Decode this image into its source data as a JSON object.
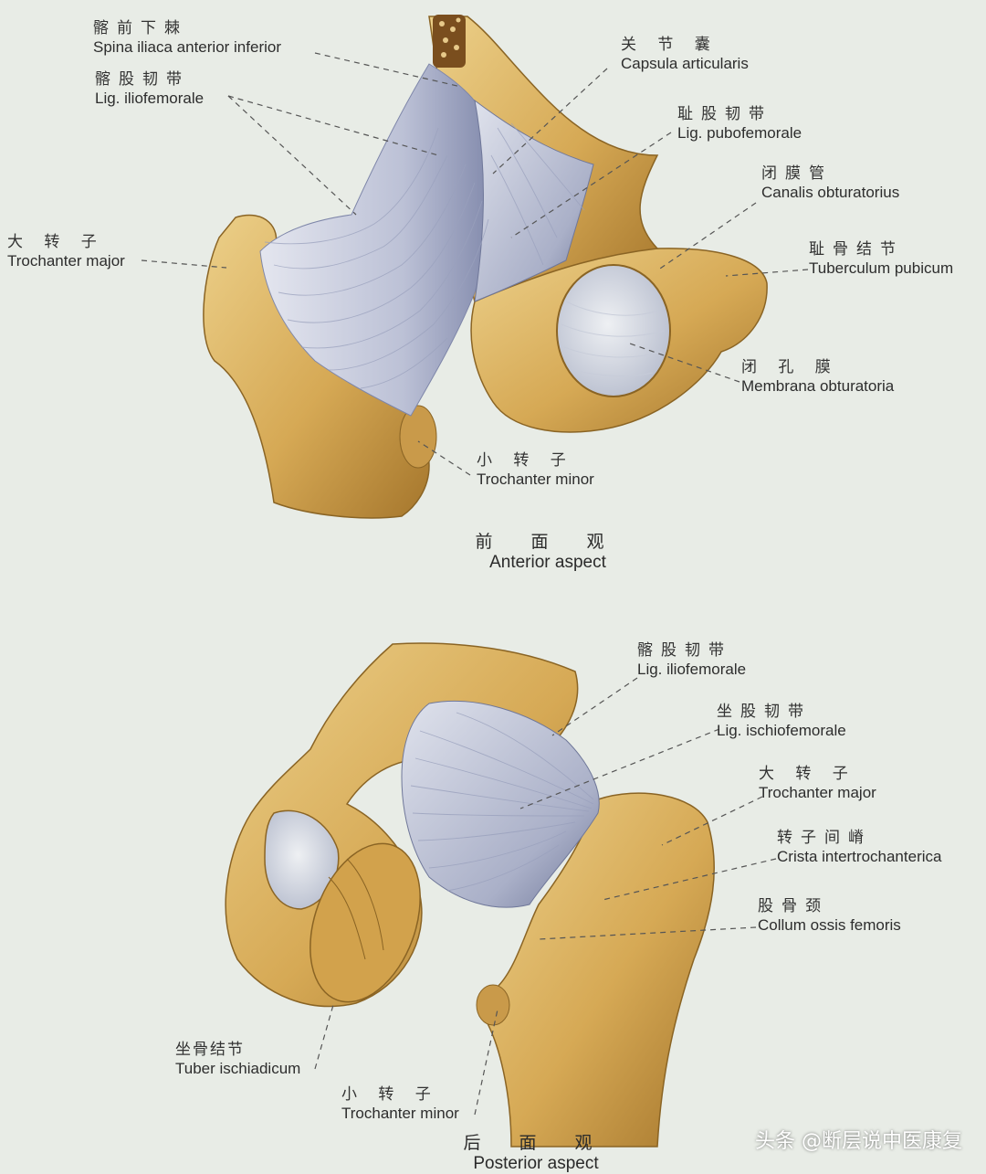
{
  "colors": {
    "bone": "#d9b060",
    "bone_dark": "#a87a2c",
    "ligament": "#bfc3d6",
    "ligament_dark": "#7f86a8",
    "background": "#e8ece6",
    "leader": "#555555"
  },
  "anterior": {
    "caption_zh": "前 面 观",
    "caption_la": "Anterior aspect",
    "labels": [
      {
        "zh": "髂前下棘",
        "la": "Spina iliaca anterior inferior"
      },
      {
        "zh": "髂股韧带",
        "la": "Lig. iliofemorale"
      },
      {
        "zh": "大 转 子",
        "la": "Trochanter major"
      },
      {
        "zh": "关 节 囊",
        "la": "Capsula articularis"
      },
      {
        "zh": "耻股韧带",
        "la": "Lig. pubofemorale"
      },
      {
        "zh": "闭膜管",
        "la": "Canalis obturatorius"
      },
      {
        "zh": "耻骨结节",
        "la": "Tuberculum pubicum"
      },
      {
        "zh": "闭 孔 膜",
        "la": "Membrana obturatoria"
      },
      {
        "zh": "小 转 子",
        "la": "Trochanter minor"
      }
    ]
  },
  "posterior": {
    "caption_zh": "后 面 观",
    "caption_la": "Posterior aspect",
    "labels": [
      {
        "zh": "髂股韧带",
        "la": "Lig. iliofemorale"
      },
      {
        "zh": "坐股韧带",
        "la": "Lig. ischiofemorale"
      },
      {
        "zh": "大 转 子",
        "la": "Trochanter major"
      },
      {
        "zh": "转子间嵴",
        "la": "Crista intertrochanterica"
      },
      {
        "zh": "股骨颈",
        "la": "Collum ossis femoris"
      },
      {
        "zh": "坐骨结节",
        "la": "Tuber ischiadicum"
      },
      {
        "zh": "小 转 子",
        "la": "Trochanter minor"
      }
    ]
  },
  "watermark": "头条 @断层说中医康复"
}
